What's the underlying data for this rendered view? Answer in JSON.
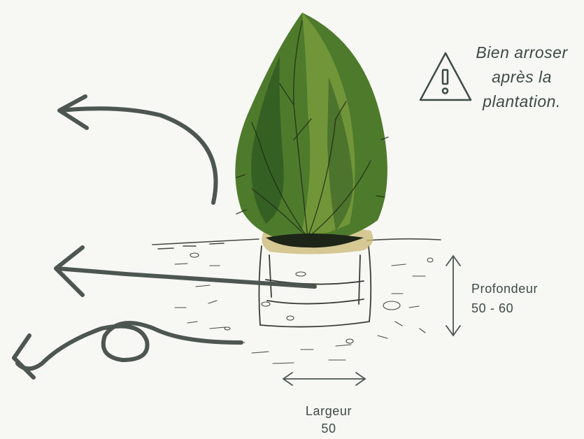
{
  "warning": {
    "icon": "warning-triangle-icon",
    "lines": [
      "Bien arroser",
      "après la",
      "plantation."
    ]
  },
  "depth": {
    "title": "Profondeur",
    "value": "50 - 60"
  },
  "width": {
    "title": "Largeur",
    "value": "50"
  },
  "colors": {
    "background": "#f7f7f4",
    "ink": "#3d4b45",
    "foliage_dark": "#2f5a22",
    "foliage_light": "#7fa23e",
    "soil": "#c9b873"
  }
}
